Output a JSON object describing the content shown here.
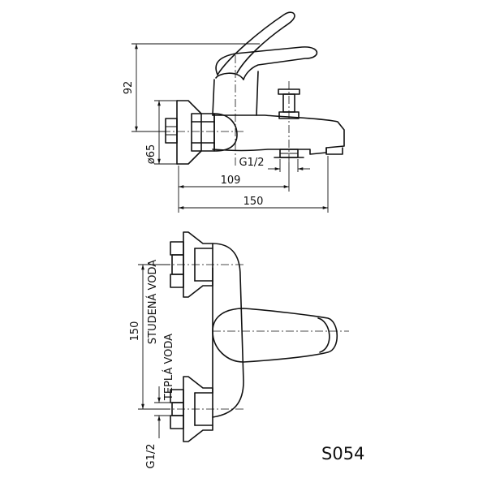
{
  "side_view": {
    "dim_height": "92",
    "dim_diameter": "ø65",
    "dim_thread": "G1/2",
    "dim_spout": "109",
    "dim_total": "150"
  },
  "top_view": {
    "dim_spacing": "150",
    "label_cold": "STUDENÁ VODA",
    "label_hot": "TEPLÁ VODA",
    "dim_thread": "G1/2"
  },
  "model_code": "S054"
}
